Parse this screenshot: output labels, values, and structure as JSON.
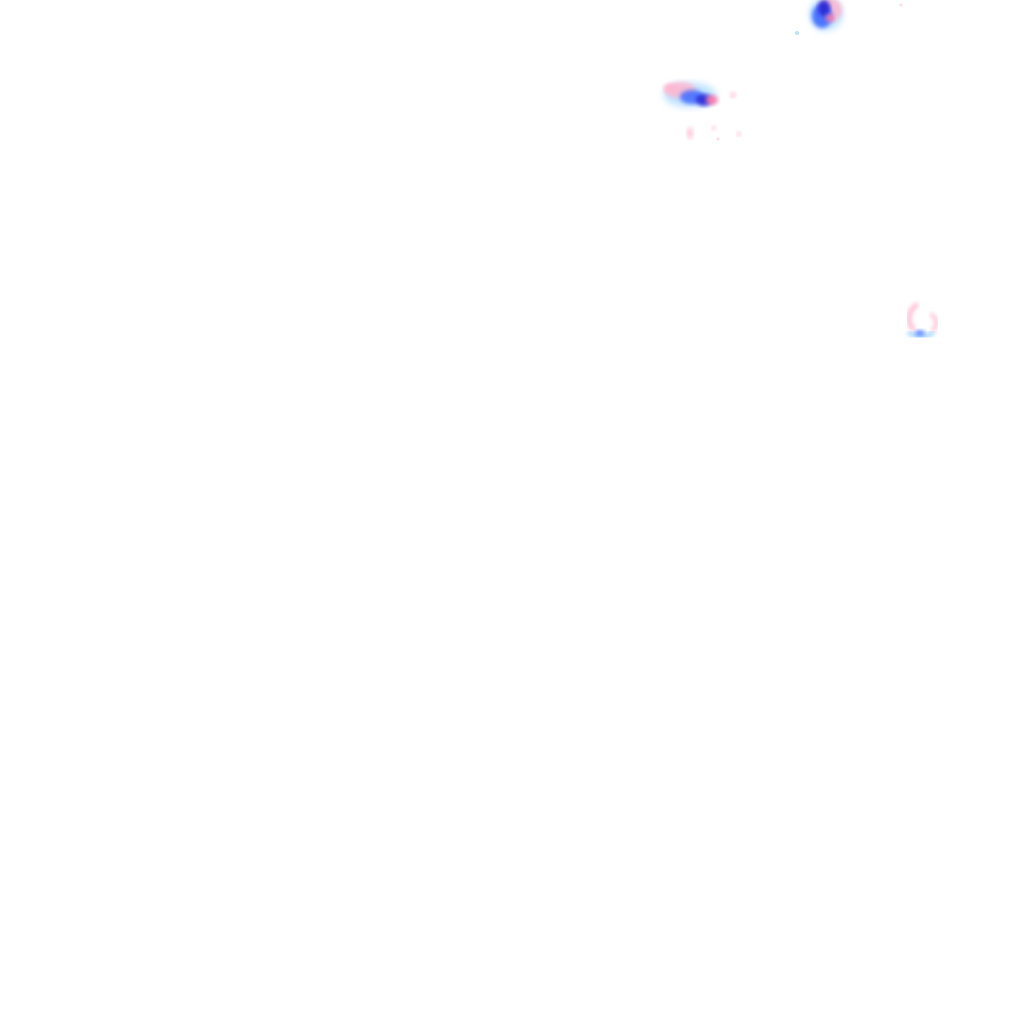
{
  "palette": {
    "background": "#ffffff",
    "light": "#9fd4ff",
    "light_pink": "#ffb6cf",
    "medium": "#3f6bff",
    "medium_pink": "#ff7aa8",
    "heavy": "#2a2bd6",
    "heavy_red": "#ff3366"
  },
  "echoes": [
    {
      "id": "cell-north",
      "intensity_levels": [
        "light",
        "light_pink",
        "medium",
        "heavy",
        "medium_pink"
      ]
    },
    {
      "id": "cell-west",
      "intensity_levels": [
        "light",
        "light_pink",
        "medium",
        "heavy",
        "medium_pink"
      ]
    },
    {
      "id": "scatter-west",
      "intensity_levels": [
        "light_pink"
      ]
    },
    {
      "id": "ring-east",
      "intensity_levels": [
        "light",
        "light_pink",
        "medium"
      ]
    }
  ]
}
